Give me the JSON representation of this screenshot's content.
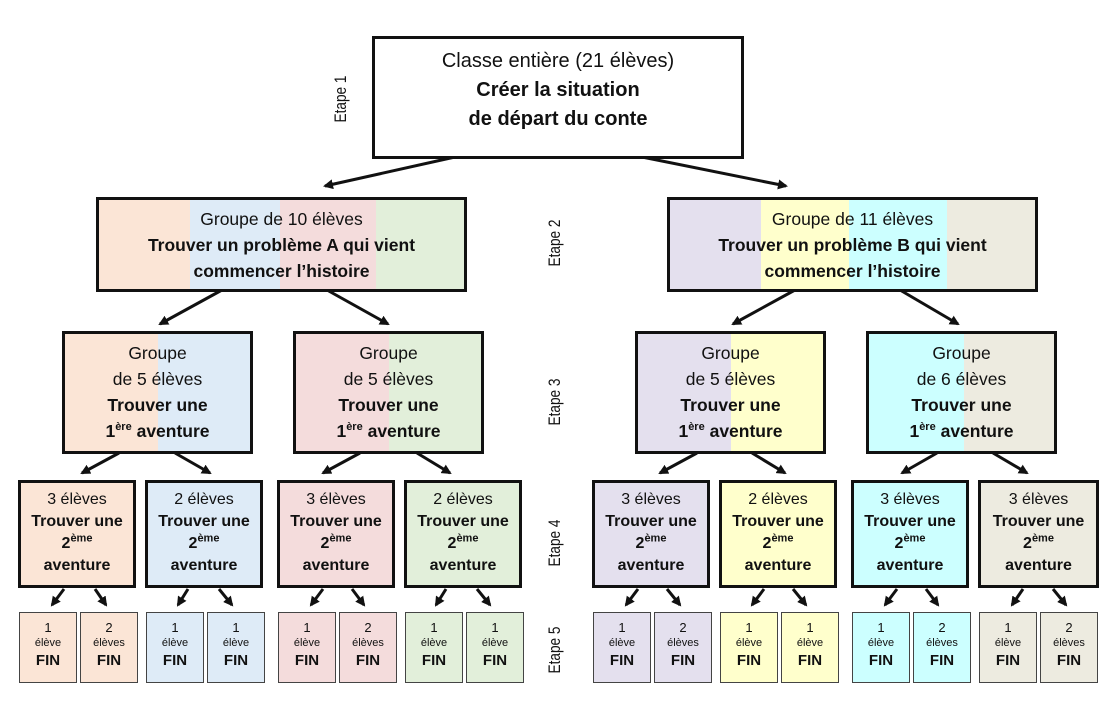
{
  "steps": [
    "Etape 1",
    "Etape 2",
    "Etape 3",
    "Etape 4",
    "Etape 5"
  ],
  "colors": {
    "peach": "#fbe5d6",
    "lightblue": "#deebf7",
    "pink": "#f4dcdc",
    "green": "#e2efda",
    "lavender": "#e4e0ee",
    "yellow": "#ffffcc",
    "cyan": "#ccffff",
    "beige": "#edebe0"
  },
  "root": {
    "line1": "Classe entière (21 élèves)",
    "line2": "Créer la situation",
    "line3": "de départ du conte"
  },
  "level2": [
    {
      "line1": "Groupe de 10 élèves",
      "line2": "Trouver un problème A qui vient",
      "line3": "commencer l’histoire"
    },
    {
      "line1": "Groupe de 11 élèves",
      "line2": "Trouver un problème B qui vient",
      "line3": "commencer l’histoire"
    }
  ],
  "level3": [
    {
      "line1": "Groupe",
      "line2": "de 5 élèves",
      "line3": "Trouver une",
      "num": "1",
      "sup": "ère",
      "word": "aventure"
    },
    {
      "line1": "Groupe",
      "line2": "de 5 élèves",
      "line3": "Trouver une",
      "num": "1",
      "sup": "ère",
      "word": "aventure"
    },
    {
      "line1": "Groupe",
      "line2": "de 5 élèves",
      "line3": "Trouver une",
      "num": "1",
      "sup": "ère",
      "word": "aventure"
    },
    {
      "line1": "Groupe",
      "line2": "de 6 élèves",
      "line3": "Trouver une",
      "num": "1",
      "sup": "ère",
      "word": "aventure"
    }
  ],
  "level4": [
    {
      "count": "3 élèves",
      "line2": "Trouver une",
      "num": "2",
      "sup": "ème",
      "word": "aventure"
    },
    {
      "count": "2 élèves",
      "line2": "Trouver une",
      "num": "2",
      "sup": "ème",
      "word": "aventure"
    },
    {
      "count": "3 élèves",
      "line2": "Trouver une",
      "num": "2",
      "sup": "ème",
      "word": "aventure"
    },
    {
      "count": "2 élèves",
      "line2": "Trouver une",
      "num": "2",
      "sup": "ème",
      "word": "aventure"
    },
    {
      "count": "3 élèves",
      "line2": "Trouver une",
      "num": "2",
      "sup": "ème",
      "word": "aventure"
    },
    {
      "count": "2 élèves",
      "line2": "Trouver une",
      "num": "2",
      "sup": "ème",
      "word": "aventure"
    },
    {
      "count": "3 élèves",
      "line2": "Trouver une",
      "num": "2",
      "sup": "ème",
      "word": "aventure"
    },
    {
      "count": "3 élèves",
      "line2": "Trouver une",
      "num": "2",
      "sup": "ème",
      "word": "aventure"
    }
  ],
  "level5": [
    {
      "n": "1",
      "e": "élève",
      "f": "FIN"
    },
    {
      "n": "2",
      "e": "élèves",
      "f": "FIN"
    },
    {
      "n": "1",
      "e": "élève",
      "f": "FIN"
    },
    {
      "n": "1",
      "e": "élève",
      "f": "FIN"
    },
    {
      "n": "1",
      "e": "élève",
      "f": "FIN"
    },
    {
      "n": "2",
      "e": "élèves",
      "f": "FIN"
    },
    {
      "n": "1",
      "e": "élève",
      "f": "FIN"
    },
    {
      "n": "1",
      "e": "élève",
      "f": "FIN"
    },
    {
      "n": "1",
      "e": "élève",
      "f": "FIN"
    },
    {
      "n": "2",
      "e": "élèves",
      "f": "FIN"
    },
    {
      "n": "1",
      "e": "élève",
      "f": "FIN"
    },
    {
      "n": "1",
      "e": "élève",
      "f": "FIN"
    },
    {
      "n": "1",
      "e": "élève",
      "f": "FIN"
    },
    {
      "n": "2",
      "e": "élèves",
      "f": "FIN"
    },
    {
      "n": "1",
      "e": "élève",
      "f": "FIN"
    },
    {
      "n": "2",
      "e": "élèves",
      "f": "FIN"
    }
  ]
}
